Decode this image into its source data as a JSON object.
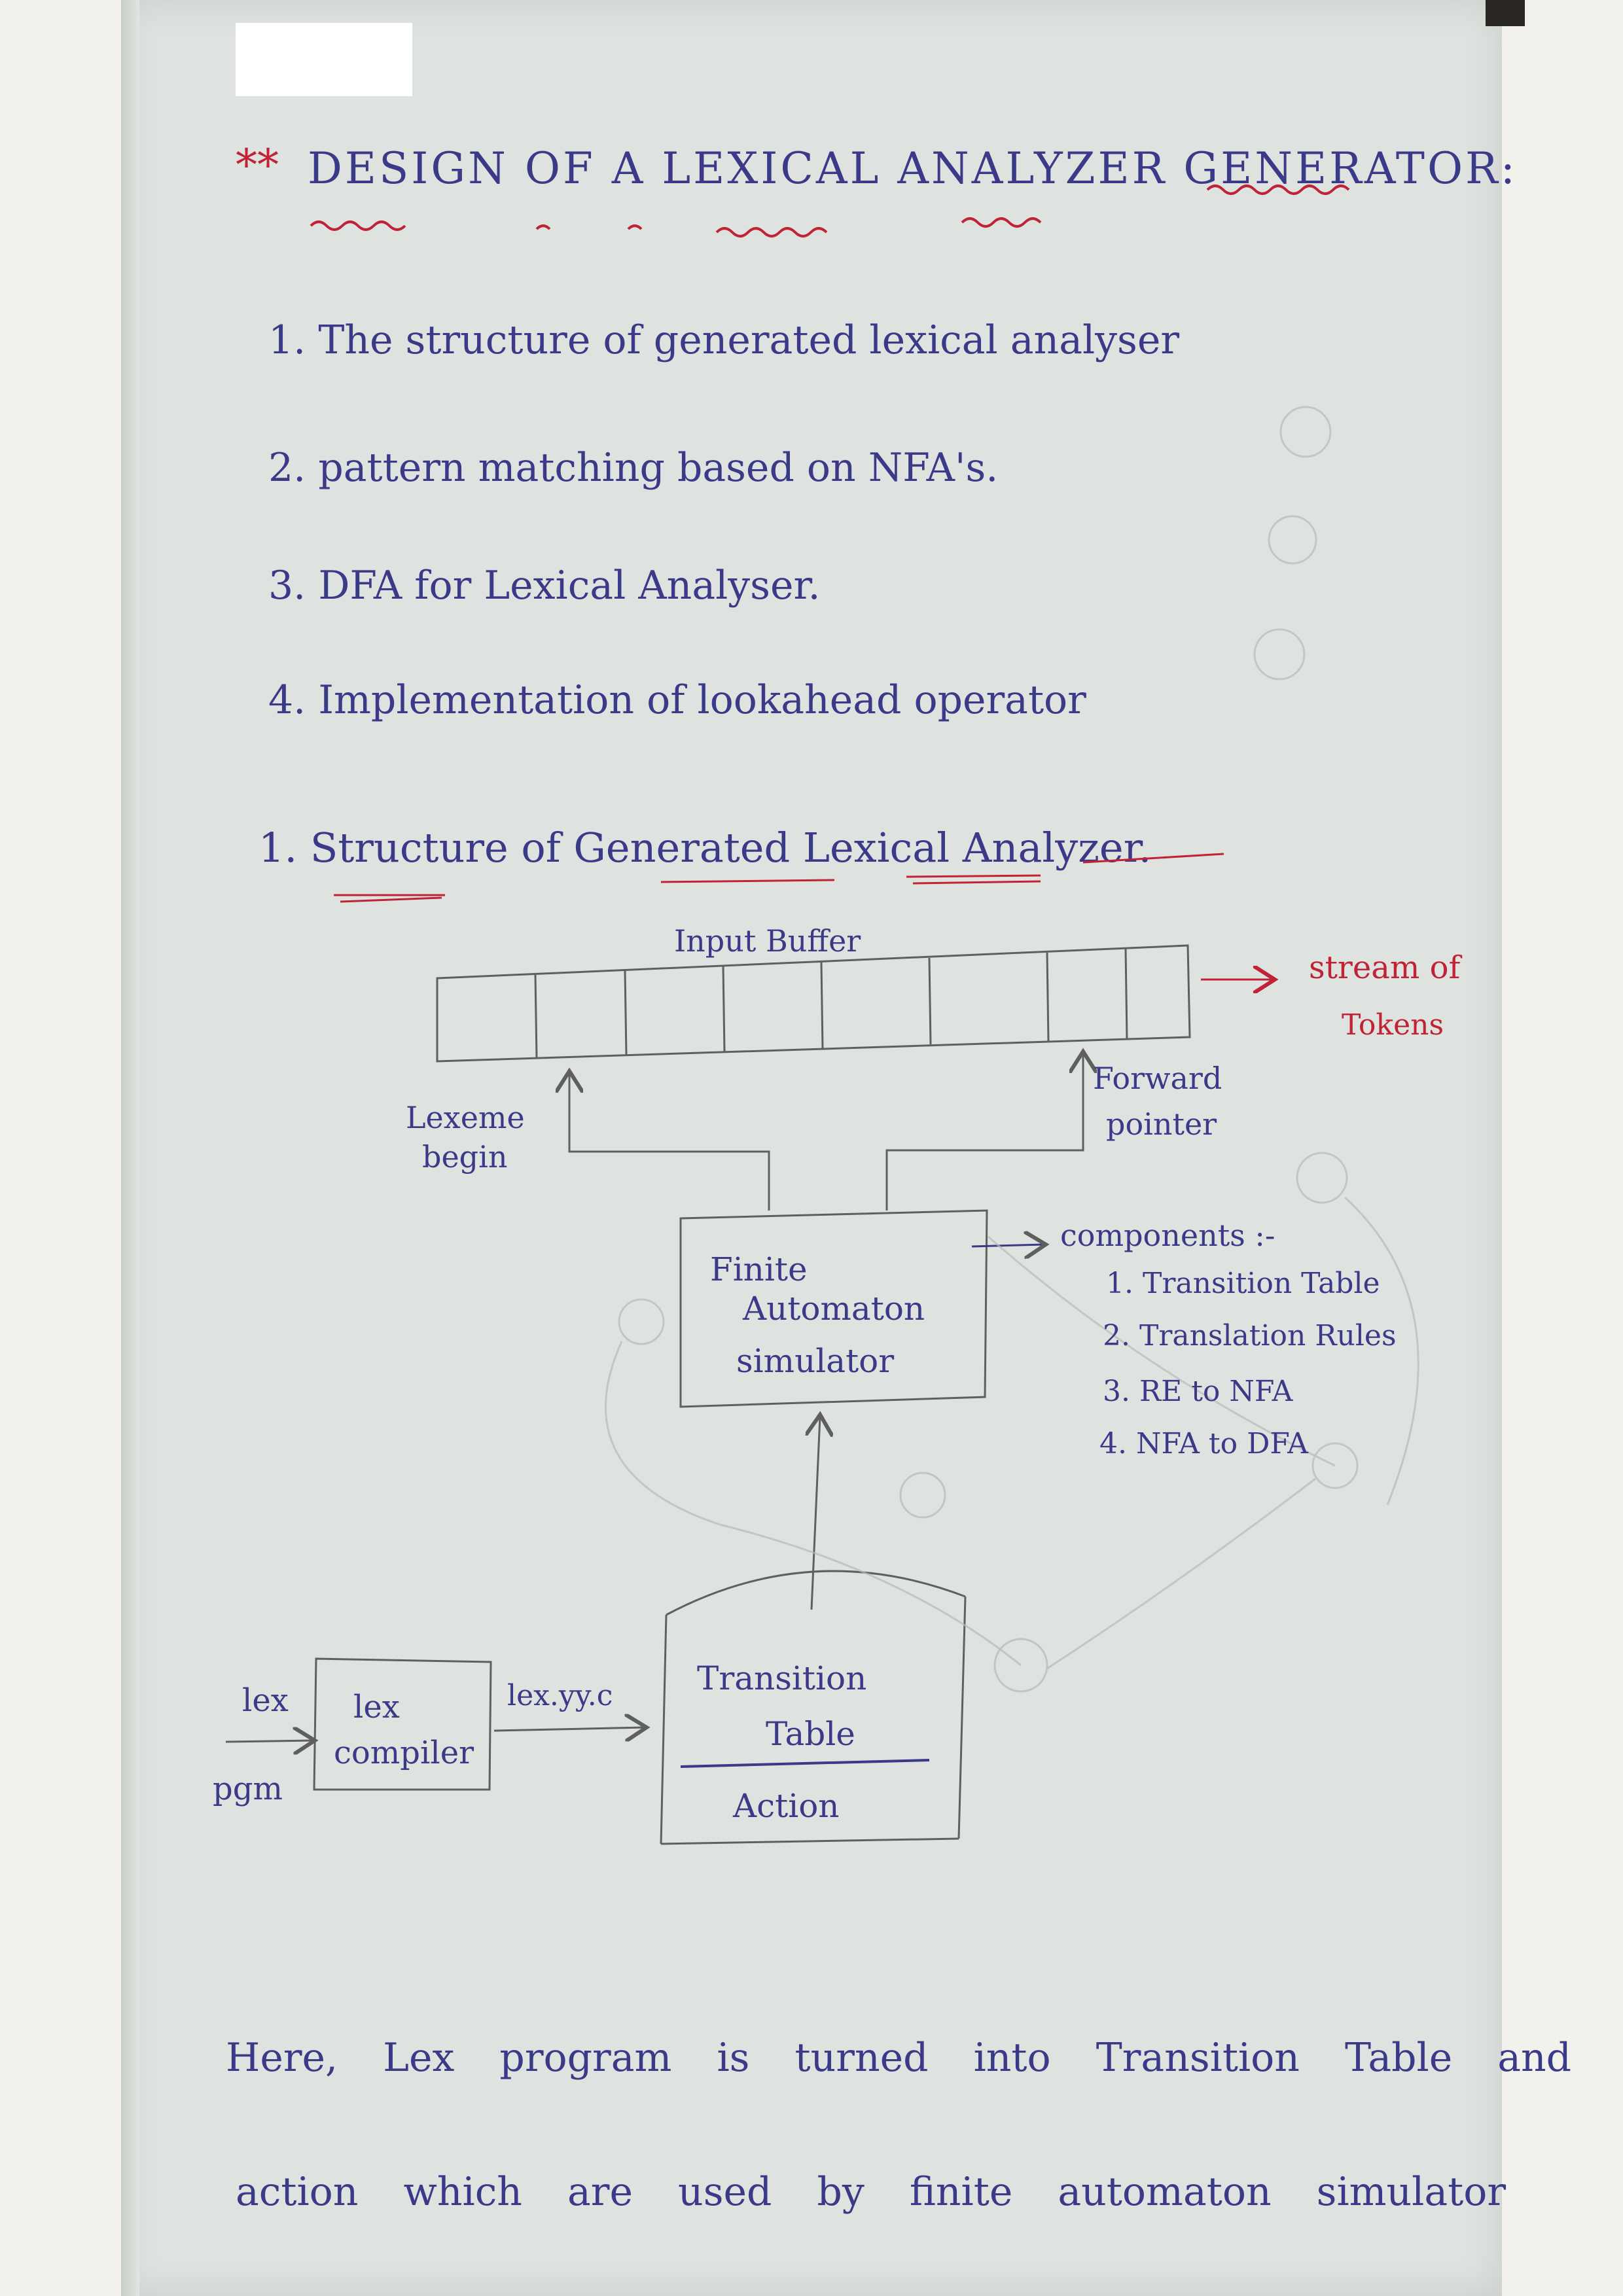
{
  "title": {
    "marker": "**",
    "text": "DESIGN OF A LEXICAL ANALYZER GENERATOR:"
  },
  "contents": [
    "1. The structure of generated lexical analyser",
    "2. pattern matching based on NFA's.",
    "3. DFA for Lexical Analyser.",
    "4. Implementation of lookahead operator"
  ],
  "section_heading": "1. Structure of Generated Lexical Analyzer.",
  "diagram": {
    "input_buffer_label": "Input Buffer",
    "stream_label_line1": "stream of",
    "stream_label_line2": "Tokens",
    "lexeme_begin_line1": "Lexeme",
    "lexeme_begin_line2": "begin",
    "forward_pointer_line1": "Forward",
    "forward_pointer_line2": "pointer",
    "simulator_line1": "Finite",
    "simulator_line2": "Automaton",
    "simulator_line3": "simulator",
    "components_heading": "components :-",
    "components": [
      "1. Transition Table",
      "2. Translation Rules",
      "3. RE to NFA",
      "4. NFA to DFA"
    ],
    "lex_program_line1": "lex",
    "lex_program_line2": "pgm",
    "lex_compiler_line1": "lex",
    "lex_compiler_line2": "compiler",
    "lex_output": "lex.yy.c",
    "transition_table_line1": "Transition",
    "transition_table_line2": "Table",
    "action_label": "Action"
  },
  "note": {
    "line1": "Here, Lex program is turned into Transition Table and",
    "line2": "action which are used by finite automaton simulator"
  },
  "colors": {
    "ink_main": "#3b3a88",
    "ink_accent": "#c02236",
    "pencil": "#6f706e",
    "paper": "#dfe3df"
  }
}
